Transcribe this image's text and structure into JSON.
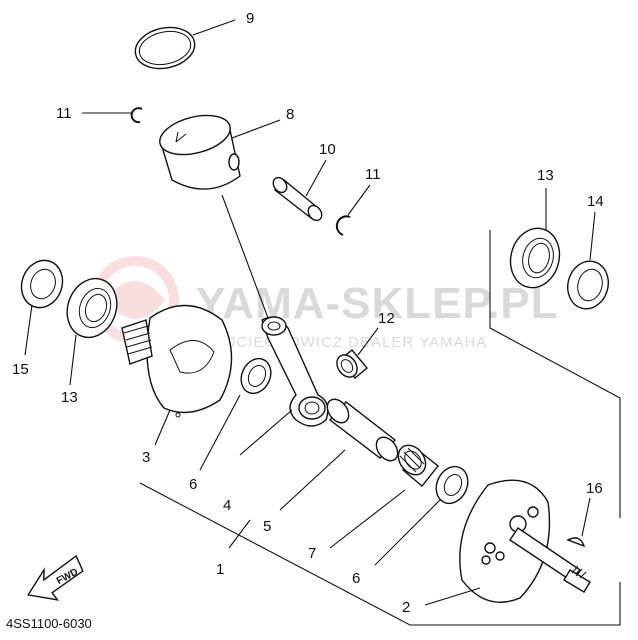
{
  "watermark": {
    "title": "YAMA-SKLEP.PL",
    "subtitle": "WOJCIECHOWICZ DEALER YAMAHA"
  },
  "callouts": {
    "c1": "1",
    "c2": "2",
    "c3": "3",
    "c4": "4",
    "c5": "5",
    "c6a": "6",
    "c6b": "6",
    "c7": "7",
    "c8": "8",
    "c9": "9",
    "c10": "10",
    "c11a": "11",
    "c11b": "11",
    "c12": "12",
    "c13a": "13",
    "c13b": "13",
    "c14": "14",
    "c15": "15",
    "c16": "16"
  },
  "fwd_label": "FWD",
  "drawing_code": "4SS1100-6030"
}
